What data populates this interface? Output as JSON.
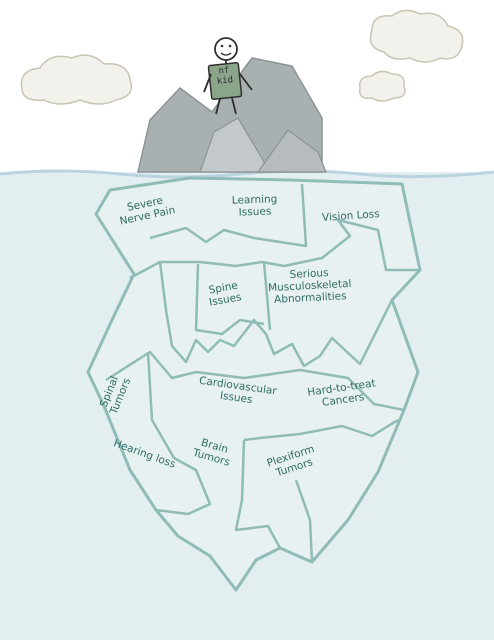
{
  "mascot": {
    "badge_line1": "nf",
    "badge_line2": "kid"
  },
  "labels": {
    "severe_nerve_pain": [
      "Severe",
      "Nerve Pain"
    ],
    "learning_issues": [
      "Learning",
      "Issues"
    ],
    "vision_loss": [
      "Vision Loss"
    ],
    "spine_issues": [
      "Spine",
      "Issues"
    ],
    "musculoskeletal": [
      "Serious",
      "Musculoskeletal",
      "Abnormalities"
    ],
    "spinal_tumors": [
      "Spinal",
      "Tumors"
    ],
    "cardiovascular": [
      "Cardiovascular",
      "Issues"
    ],
    "hard_to_treat": [
      "Hard-to-treat",
      "Cancers"
    ],
    "hearing_loss": [
      "Hearing loss"
    ],
    "brain_tumors": [
      "Brain",
      "Tumors"
    ],
    "plexiform_tumors": [
      "Plexiform",
      "Tumors"
    ]
  },
  "colors": {
    "water": "#e3eef1",
    "water_line": "#b9d4de",
    "ice_outline": "#8fbcb6",
    "ice_fill": "#e8f1f2",
    "rock_dark": "#a9b0b1",
    "rock_light": "#c3c9ca",
    "text": "#2e6b63",
    "cloud_fill": "#f2f1ec",
    "cloud_stroke": "#c9c4b3"
  }
}
